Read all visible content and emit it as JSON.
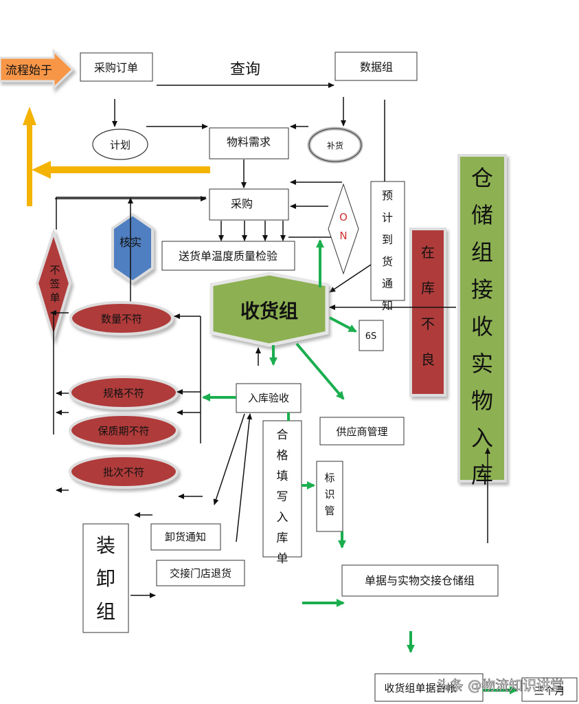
{
  "nodes": {
    "start": "流程始于",
    "purchase_order": "采购订单",
    "query": "查询",
    "data_group": "数据组",
    "plan": "计划",
    "material_demand": "物料需求",
    "replenish": "补货",
    "procurement": "采购",
    "on_diamond": "O N",
    "expected_arrival": "预计到货通知",
    "verify": "核实",
    "no_sign": "不签单",
    "delivery_check": "送货单温度质量检验",
    "receiving_group": "收货组",
    "in_stock_bad": "在库不良",
    "warehouse_group": "仓储组接收实物入库",
    "qty_mismatch": "数量不符",
    "spec_mismatch": "规格不符",
    "shelf_mismatch": "保质期不符",
    "batch_mismatch": "批次不符",
    "six_s": "6S",
    "inbound_check": "入库验收",
    "supplier_mgmt": "供应商管理",
    "fill_inbound": "合格填写入库单",
    "label_mgmt": "标识管",
    "load_unload": "装卸组",
    "unload_notice": "卸货通知",
    "store_return": "交接门店退货",
    "doc_handover": "单据与实物交接仓储组",
    "receiving_doc": "收货组单据台帐",
    "one_month": "三个月",
    "watermark": "头条 @物流知识讲堂"
  },
  "colors": {
    "orange": "#f79646",
    "yellow_arrow": "#f5b301",
    "green_hex": "#8db052",
    "blue_hex": "#4f7fc0",
    "red": "#b03a3a",
    "green_arrow": "#1aae4e",
    "bar_green": "#8db052",
    "bar_red": "#b03a3a"
  }
}
